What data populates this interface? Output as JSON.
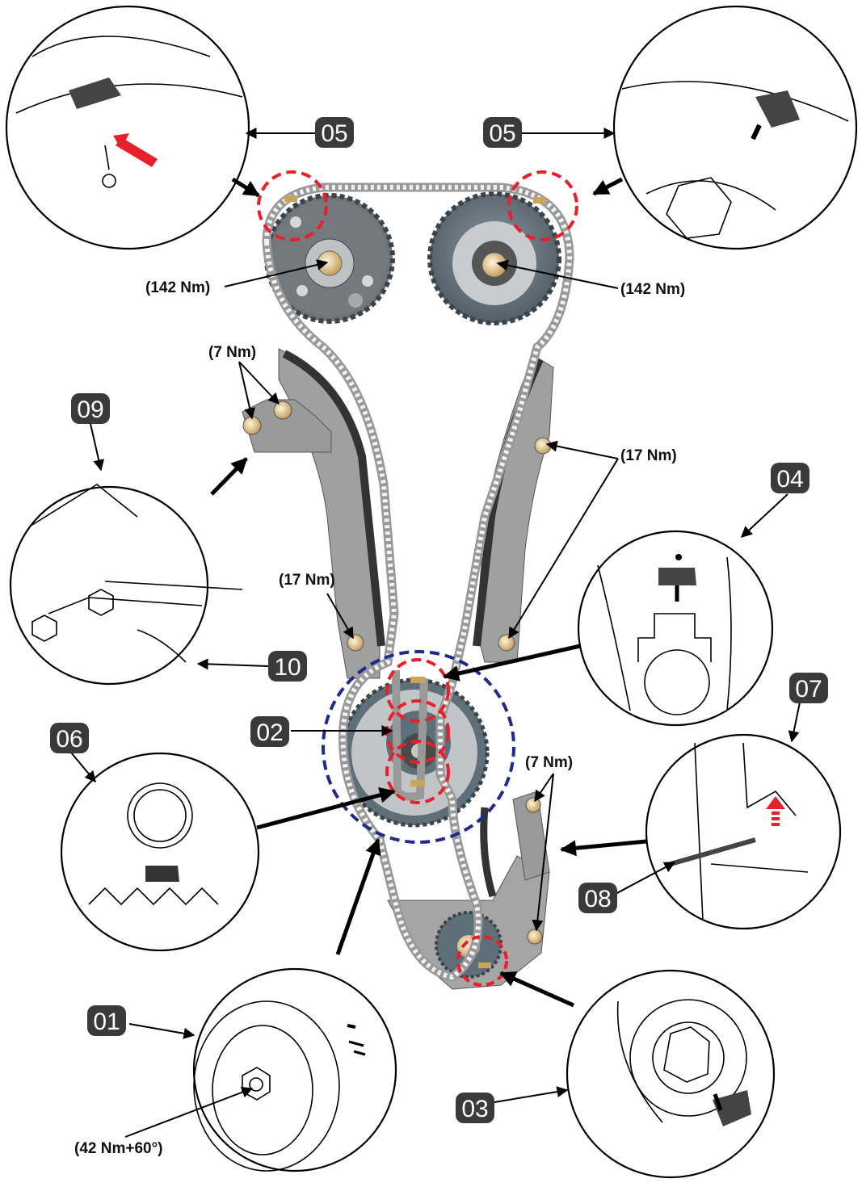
{
  "title": "Timing chain installation diagram",
  "callouts": [
    {
      "id": "05a",
      "label": "05",
      "description": "Intake camshaft sprocket timing mark detail"
    },
    {
      "id": "05b",
      "label": "05",
      "description": "Exhaust camshaft sprocket timing mark detail"
    },
    {
      "id": "09",
      "label": "09",
      "description": "Chain tensioner lever detail"
    },
    {
      "id": "10",
      "label": "10",
      "description": "Tensioner retaining pin"
    },
    {
      "id": "04",
      "label": "04",
      "description": "Crankshaft sprocket upper timing mark detail"
    },
    {
      "id": "02",
      "label": "02",
      "description": "Crankshaft sprocket"
    },
    {
      "id": "06",
      "label": "06",
      "description": "Crankshaft sprocket lower timing mark detail"
    },
    {
      "id": "07",
      "label": "07",
      "description": "Oil pump chain tensioner detail"
    },
    {
      "id": "08",
      "label": "08",
      "description": "Tensioner lock pin"
    },
    {
      "id": "01",
      "label": "01",
      "description": "Crankshaft damper pulley"
    },
    {
      "id": "03",
      "label": "03",
      "description": "Oil pump sprocket timing mark detail"
    }
  ],
  "torques": {
    "intake_cam_bolt": "(142 Nm)",
    "exhaust_cam_bolt": "(142 Nm)",
    "tensioner_bolts": "(7 Nm)",
    "guide_bolts_right": "(17 Nm)",
    "guide_bolt_left": "(17 Nm)",
    "oil_pump_tensioner_bolts": "(7 Nm)",
    "damper_bolt": "(42 Nm+60°)"
  },
  "colors": {
    "badge": "#3a3a3a",
    "timing_mark_circle": "#e8202a",
    "crank_area_circle": "#1f2a8c",
    "sprocket_gray": "#6f7478",
    "sprocket_blue_gray": "#5f6f7a",
    "guide_gray": "#9a9a9a",
    "bolt_gold": "#d9c08a",
    "arrow_red": "#e8202a"
  }
}
